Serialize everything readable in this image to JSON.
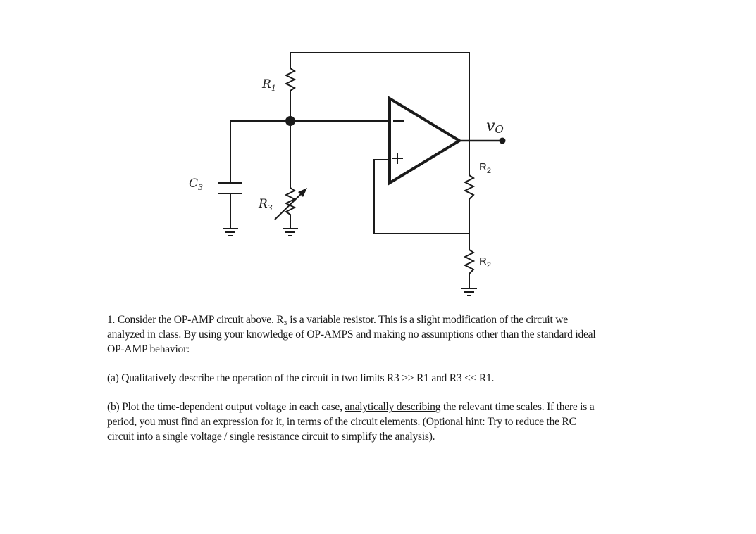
{
  "circuit": {
    "labels": {
      "r1": "R",
      "r1_sub": "1",
      "r3": "R",
      "r3_sub": "3",
      "c3": "C",
      "c3_sub": "3",
      "vo": "v",
      "vo_sub": "O",
      "r2_top": "R",
      "r2_top_sub": "2",
      "r2_bottom": "R",
      "r2_bottom_sub": "2",
      "minus": "−",
      "plus": "+"
    }
  },
  "problem": {
    "intro": "1. Consider the OP-AMP circuit above. R₃ is a variable resistor. This is a slight modification of the circuit we analyzed in class. By using your knowledge of OP-AMPS and making no assumptions other than the standard ideal OP-AMP behavior:",
    "part_a": "(a) Qualitatively describe the operation of the circuit in two limits R3 >> R1 and R3 << R1.",
    "part_b_prefix": "(b) Plot the time-dependent output voltage in each case, ",
    "part_b_underlined": "analytically describing",
    "part_b_suffix": " the relevant time scales. If there is a period, you must find an expression for it, in terms of the circuit elements. (Optional hint: Try to reduce the RC circuit into a single voltage / single resistance circuit to simplify the analysis)."
  }
}
